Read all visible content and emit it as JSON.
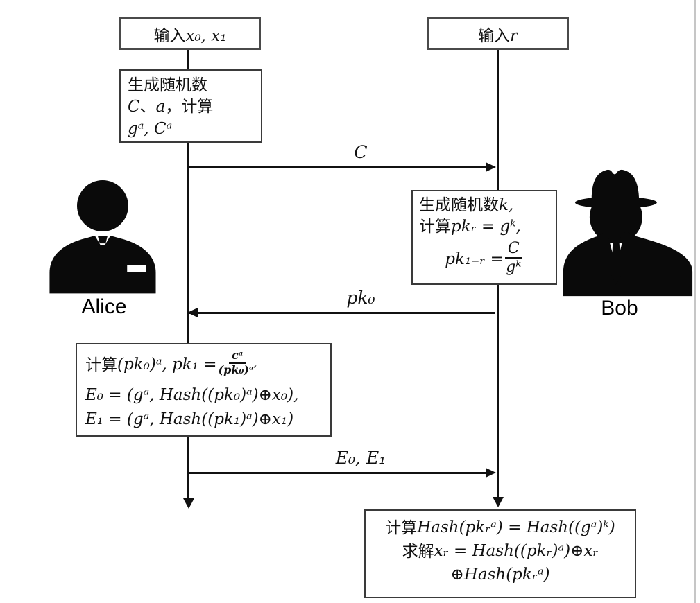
{
  "diagram": {
    "type": "protocol-sequence-diagram",
    "background": "#ffffff",
    "line_color": "#111111",
    "border_color": "#3a3a3a"
  },
  "actors": {
    "alice": {
      "label": "Alice",
      "icon": "businessman-silhouette-icon"
    },
    "bob": {
      "label": "Bob",
      "icon": "spy-fedora-silhouette-icon"
    }
  },
  "boxes": {
    "alice_input": {
      "segments": [
        [
          "c",
          "输入"
        ],
        [
          "m",
          "x₀, x₁"
        ]
      ]
    },
    "bob_input": {
      "segments": [
        [
          "c",
          "输入"
        ],
        [
          "m",
          "r"
        ]
      ]
    },
    "alice_gen": {
      "lines": [
        [
          [
            "c",
            "生成随机数"
          ]
        ],
        [
          [
            "m",
            "C"
          ],
          [
            "c",
            "、"
          ],
          [
            "m",
            "a"
          ],
          [
            "c",
            "，计算"
          ]
        ],
        [
          [
            "m",
            "gᵃ, Cᵃ"
          ]
        ]
      ]
    },
    "bob_gen": {
      "lines": [
        [
          [
            "c",
            "生成随机数"
          ],
          [
            "m",
            "k,"
          ]
        ],
        [
          [
            "c",
            "计算"
          ],
          [
            "m",
            "pkᵣ = gᵏ,"
          ]
        ],
        [
          [
            "m",
            "pk₁₋ᵣ = "
          ],
          [
            "f",
            {
              "n": "C",
              "d": "gᵏ"
            }
          ]
        ]
      ]
    },
    "alice_enc": {
      "lines": [
        [
          [
            "c",
            "计算"
          ],
          [
            "m",
            "(pk₀)ᵃ, pk₁ = "
          ],
          [
            "f",
            {
              "n": "cᵃ",
              "d": "(pk₀)ᵃ′"
            }
          ]
        ],
        [
          [
            "m",
            "E₀ = (gᵃ, Hash((pk₀)ᵃ)⊕x₀),"
          ]
        ],
        [
          [
            "m",
            "E₁ = (gᵃ, Hash((pk₁)ᵃ)⊕x₁)"
          ]
        ]
      ]
    },
    "bob_dec": {
      "lines": [
        [
          [
            "c",
            "计算"
          ],
          [
            "m",
            "Hash(pkᵣᵃ) = Hash((gᵃ)ᵏ)"
          ]
        ],
        [
          [
            "c",
            "求解"
          ],
          [
            "m",
            "xᵣ = Hash((pkᵣ)ᵃ)⊕xᵣ"
          ]
        ],
        [
          [
            "m",
            "⊕Hash(pkᵣᵃ)"
          ]
        ]
      ]
    }
  },
  "messages": {
    "msg_c": {
      "label": "C",
      "from": "alice",
      "to": "bob",
      "direction": "right"
    },
    "msg_pk": {
      "label": "pk₀",
      "from": "bob",
      "to": "alice",
      "direction": "left"
    },
    "msg_e": {
      "label": "E₀, E₁",
      "from": "alice",
      "to": "bob",
      "direction": "right"
    }
  }
}
